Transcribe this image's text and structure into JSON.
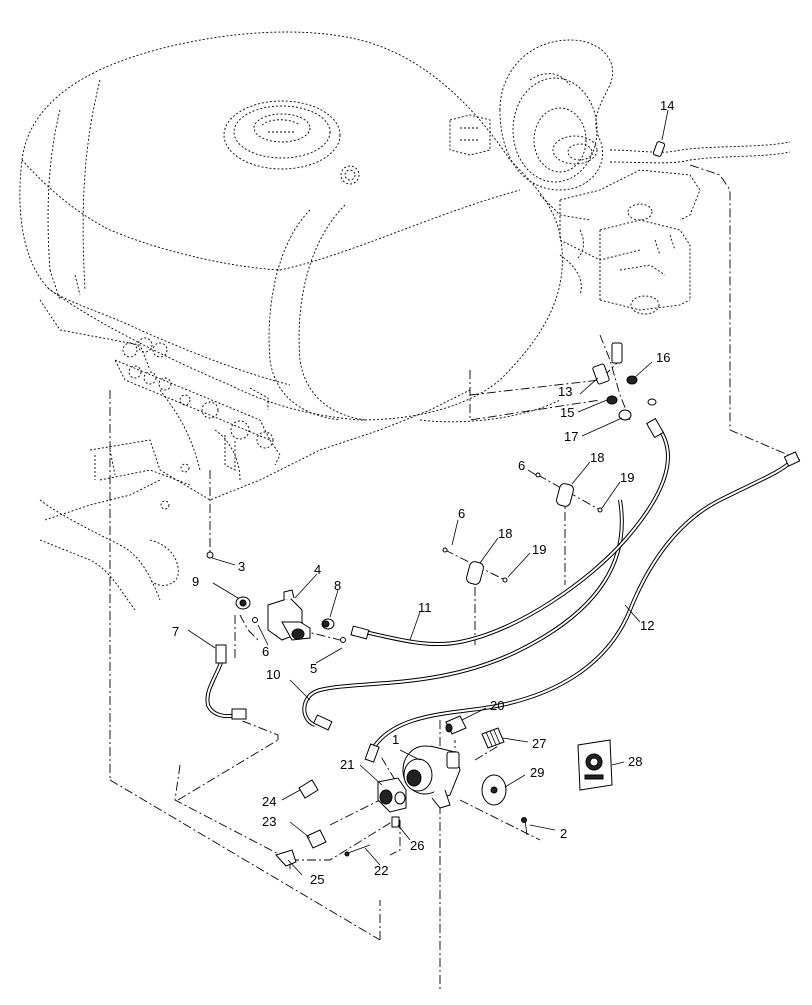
{
  "callouts": [
    {
      "id": "1",
      "label": "1"
    },
    {
      "id": "2",
      "label": "2"
    },
    {
      "id": "3",
      "label": "3"
    },
    {
      "id": "4",
      "label": "4"
    },
    {
      "id": "5",
      "label": "5"
    },
    {
      "id": "6a",
      "label": "6"
    },
    {
      "id": "6b",
      "label": "6"
    },
    {
      "id": "6c",
      "label": "6"
    },
    {
      "id": "7",
      "label": "7"
    },
    {
      "id": "8",
      "label": "8"
    },
    {
      "id": "9",
      "label": "9"
    },
    {
      "id": "10",
      "label": "10"
    },
    {
      "id": "11",
      "label": "11"
    },
    {
      "id": "12",
      "label": "12"
    },
    {
      "id": "13",
      "label": "13"
    },
    {
      "id": "14",
      "label": "14"
    },
    {
      "id": "15",
      "label": "15"
    },
    {
      "id": "16",
      "label": "16"
    },
    {
      "id": "17",
      "label": "17"
    },
    {
      "id": "18a",
      "label": "18"
    },
    {
      "id": "18b",
      "label": "18"
    },
    {
      "id": "19a",
      "label": "19"
    },
    {
      "id": "19b",
      "label": "19"
    },
    {
      "id": "20",
      "label": "20"
    },
    {
      "id": "21",
      "label": "21"
    },
    {
      "id": "22",
      "label": "22"
    },
    {
      "id": "23",
      "label": "23"
    },
    {
      "id": "24",
      "label": "24"
    },
    {
      "id": "25",
      "label": "25"
    },
    {
      "id": "26",
      "label": "26"
    },
    {
      "id": "27",
      "label": "27"
    },
    {
      "id": "28",
      "label": "28"
    },
    {
      "id": "29",
      "label": "29"
    }
  ],
  "colors": {
    "line": "#000000",
    "background": "#ffffff"
  }
}
